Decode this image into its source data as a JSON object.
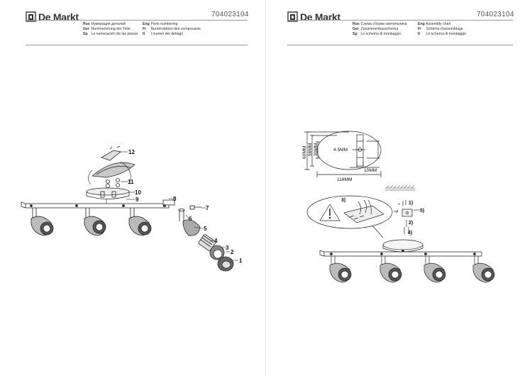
{
  "brand": {
    "name": "De Markt"
  },
  "left_page": {
    "code": "704023104",
    "languages_col1": [
      {
        "code": "Rus",
        "text": "Нумерация деталей"
      },
      {
        "code": "Ger",
        "text": "Nummerierung der Teile"
      },
      {
        "code": "Sp",
        "text": "La numeración de las piezas"
      }
    ],
    "languages_col2": [
      {
        "code": "Eng",
        "text": "Parts numbering"
      },
      {
        "code": "Fr",
        "text": "Numérotation des composants"
      },
      {
        "code": "It",
        "text": "I numeri dei dettagli"
      }
    ],
    "callouts": [
      "1",
      "2",
      "3",
      "4",
      "5",
      "6",
      "7",
      "8",
      "9",
      "10",
      "11",
      "12"
    ]
  },
  "right_page": {
    "code": "704023104",
    "languages_col1": [
      {
        "code": "Rus",
        "text": "Схема сборки светильника"
      },
      {
        "code": "Ger",
        "text": "Zusammenbauschema"
      },
      {
        "code": "Sp",
        "text": "Lo schema di montaggio"
      }
    ],
    "languages_col2": [
      {
        "code": "Eng",
        "text": "Assembly chart"
      },
      {
        "code": "Fr",
        "text": "Schéma d'assemblage"
      },
      {
        "code": "It",
        "text": "Lo schema di montaggio"
      }
    ],
    "dimensions": {
      "d60": "60MM",
      "d58": "58MM",
      "d30": "30MM",
      "d4_5": "4.5MM",
      "d10": "10MM",
      "d118": "118MM"
    },
    "steps": [
      "1)",
      "2)",
      "3)",
      "4)",
      "5)"
    ]
  }
}
